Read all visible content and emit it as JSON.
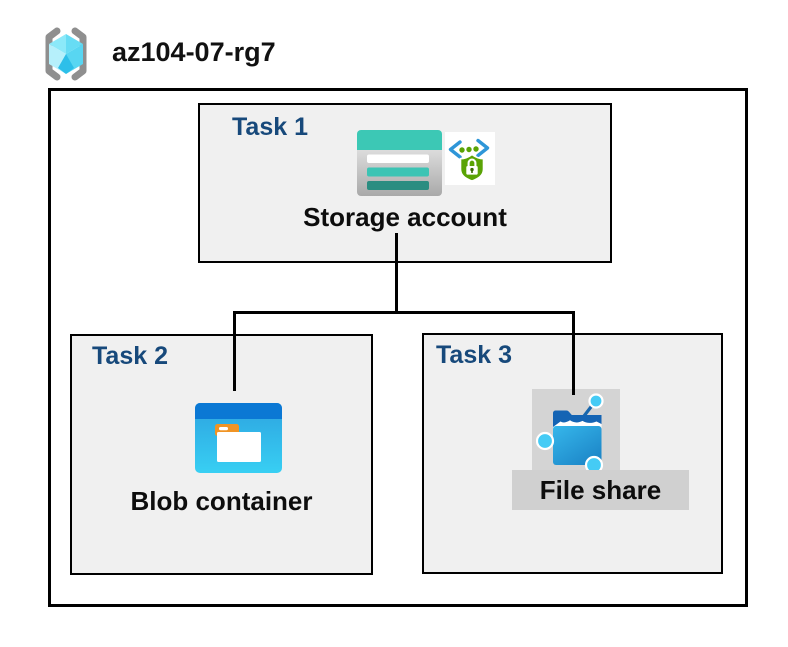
{
  "header": {
    "resource_group_name": "az104-07-rg7",
    "icon": "resource-group-icon"
  },
  "tasks": [
    {
      "label": "Task 1",
      "item": "Storage account",
      "icons": [
        "storage-account-icon",
        "secure-access-icon"
      ]
    },
    {
      "label": "Task 2",
      "item": "Blob container",
      "icons": [
        "blob-container-icon"
      ]
    },
    {
      "label": "Task 3",
      "item": "File share",
      "icons": [
        "file-share-icon"
      ]
    }
  ],
  "connections": [
    {
      "from": "Storage account",
      "to": "Blob container"
    },
    {
      "from": "Storage account",
      "to": "File share"
    }
  ],
  "colors": {
    "task_label_blue": "#17497b",
    "box_background": "#f0f0f0",
    "border_black": "#000000",
    "storage_teal": "#3cc8b5",
    "storage_dark_teal": "#2a8d81",
    "azure_blue": "#0b78d4",
    "blob_cyan": "#38cff3",
    "folder_orange": "#f09425",
    "security_green": "#5aa305",
    "sas_bracket_blue": "#2e96d8",
    "fileshare_dark_blue": "#1464b4",
    "fileshare_node_cyan": "#45cbf5",
    "gray_highlight": "#d4d4d4",
    "rg_cube_cyan": "#7ee3f6"
  }
}
